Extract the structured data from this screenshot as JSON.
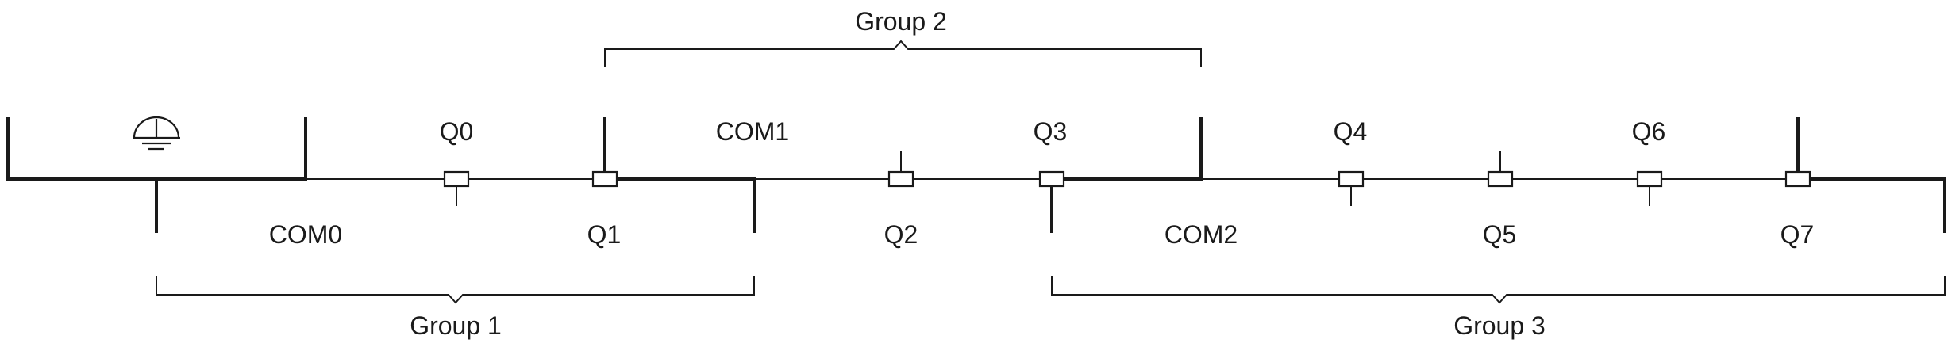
{
  "labels": {
    "group1": "Group 1",
    "group2": "Group 2",
    "group3": "Group 3",
    "com0": "COM0",
    "com1": "COM1",
    "com2": "COM2",
    "q0": "Q0",
    "q1": "Q1",
    "q2": "Q2",
    "q3": "Q3",
    "q4": "Q4",
    "q5": "Q5",
    "q6": "Q6",
    "q7": "Q7"
  },
  "icons": {
    "ground": "protective-earth-icon"
  },
  "colors": {
    "stroke": "#1a1a1a",
    "background": "#ffffff"
  }
}
